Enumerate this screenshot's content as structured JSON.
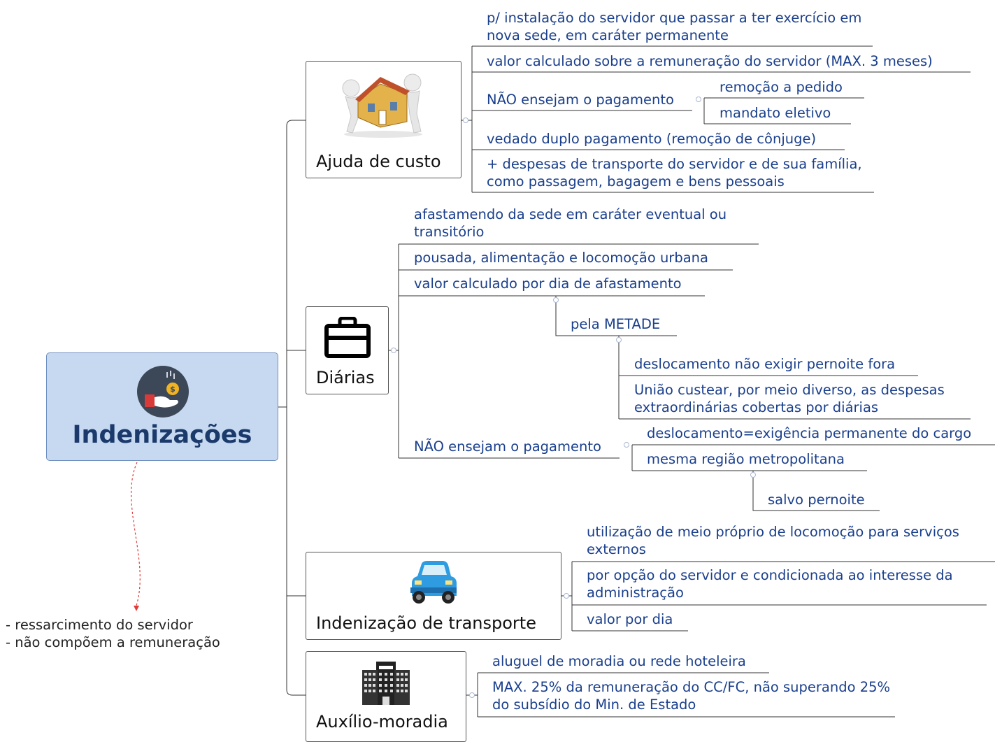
{
  "root": {
    "title": "Indenizações",
    "icon": "money-hand-icon"
  },
  "note": {
    "lines": [
      "- ressarcimento do servidor",
      "- não compõem a remuneração"
    ]
  },
  "colors": {
    "root_fill": "#c6d9f1",
    "text": "#1a3f8c",
    "line": "#333333",
    "note_arrow": "#e03a3a"
  },
  "branches": {
    "ajuda": {
      "label": "Ajuda de custo",
      "icon": "house-movers-icon",
      "items": {
        "i1": "p/ instalação do servidor que passar a ter exercício em nova sede, em caráter permanente",
        "i2": "valor calculado sobre a remuneração do servidor (MAX. 3 meses)",
        "i3": "NÃO ensejam o pagamento",
        "i3a": "remoção a pedido",
        "i3b": "mandato eletivo",
        "i4": "vedado duplo pagamento (remoção de cônjuge)",
        "i5": "+ despesas de transporte do servidor e de sua família, como passagem, bagagem e bens pessoais"
      }
    },
    "diarias": {
      "label": "Diárias",
      "icon": "briefcase-icon",
      "items": {
        "i1": "afastamendo da sede em caráter eventual ou transitório",
        "i2": "pousada, alimentação e locomoção urbana",
        "i3": "valor calculado por dia de afastamento",
        "i3a": "pela METADE",
        "i3a1": "deslocamento não exigir pernoite fora",
        "i3a2": "União custear, por meio diverso, as despesas extraordinárias cobertas por diárias",
        "i4": "NÃO ensejam o pagamento",
        "i4a": "deslocamento=exigência permanente do cargo",
        "i4b": "mesma região metropolitana",
        "i4b1": "salvo pernoite"
      }
    },
    "transporte": {
      "label": "Indenização de transporte",
      "icon": "car-icon",
      "items": {
        "i1": "utilização de meio próprio de locomoção para serviços externos",
        "i2": "por opção do servidor e condicionada ao interesse da administração",
        "i3": "valor por dia"
      }
    },
    "moradia": {
      "label": "Auxílio-moradia",
      "icon": "hotel-building-icon",
      "items": {
        "i1": "aluguel de moradia ou rede hoteleira",
        "i2": "MAX. 25% da remuneração do CC/FC, não superando 25% do subsídio do Min. de Estado"
      }
    }
  }
}
